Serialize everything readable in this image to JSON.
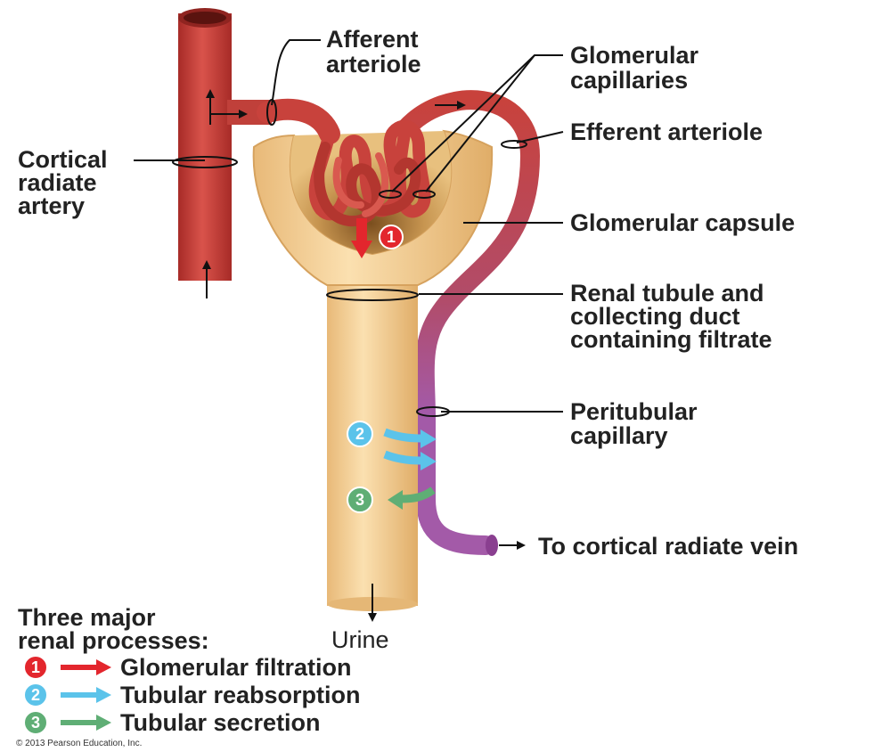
{
  "labels": {
    "afferent": [
      "Afferent",
      "arteriole"
    ],
    "glomerular_capillaries": [
      "Glomerular",
      "capillaries"
    ],
    "efferent": "Efferent arteriole",
    "cortical_artery": [
      "Cortical",
      "radiate",
      "artery"
    ],
    "capsule": "Glomerular capsule",
    "renal_tubule": [
      "Renal tubule and",
      "collecting duct",
      "containing filtrate"
    ],
    "peritubular": [
      "Peritubular",
      "capillary"
    ],
    "to_vein": "To cortical radiate vein",
    "urine": "Urine"
  },
  "legend": {
    "title": [
      "Three major",
      "renal processes:"
    ],
    "items": [
      {
        "num": "1",
        "label": "Glomerular filtration",
        "color": "#e3262d"
      },
      {
        "num": "2",
        "label": "Tubular reabsorption",
        "color": "#5bc3ea"
      },
      {
        "num": "3",
        "label": "Tubular secretion",
        "color": "#5fae75"
      }
    ]
  },
  "copyright": "© 2013 Pearson Education, Inc.",
  "colors": {
    "artery": "#c8423c",
    "tubule": "#f2cf96",
    "peritubular": "#a35aa8"
  }
}
